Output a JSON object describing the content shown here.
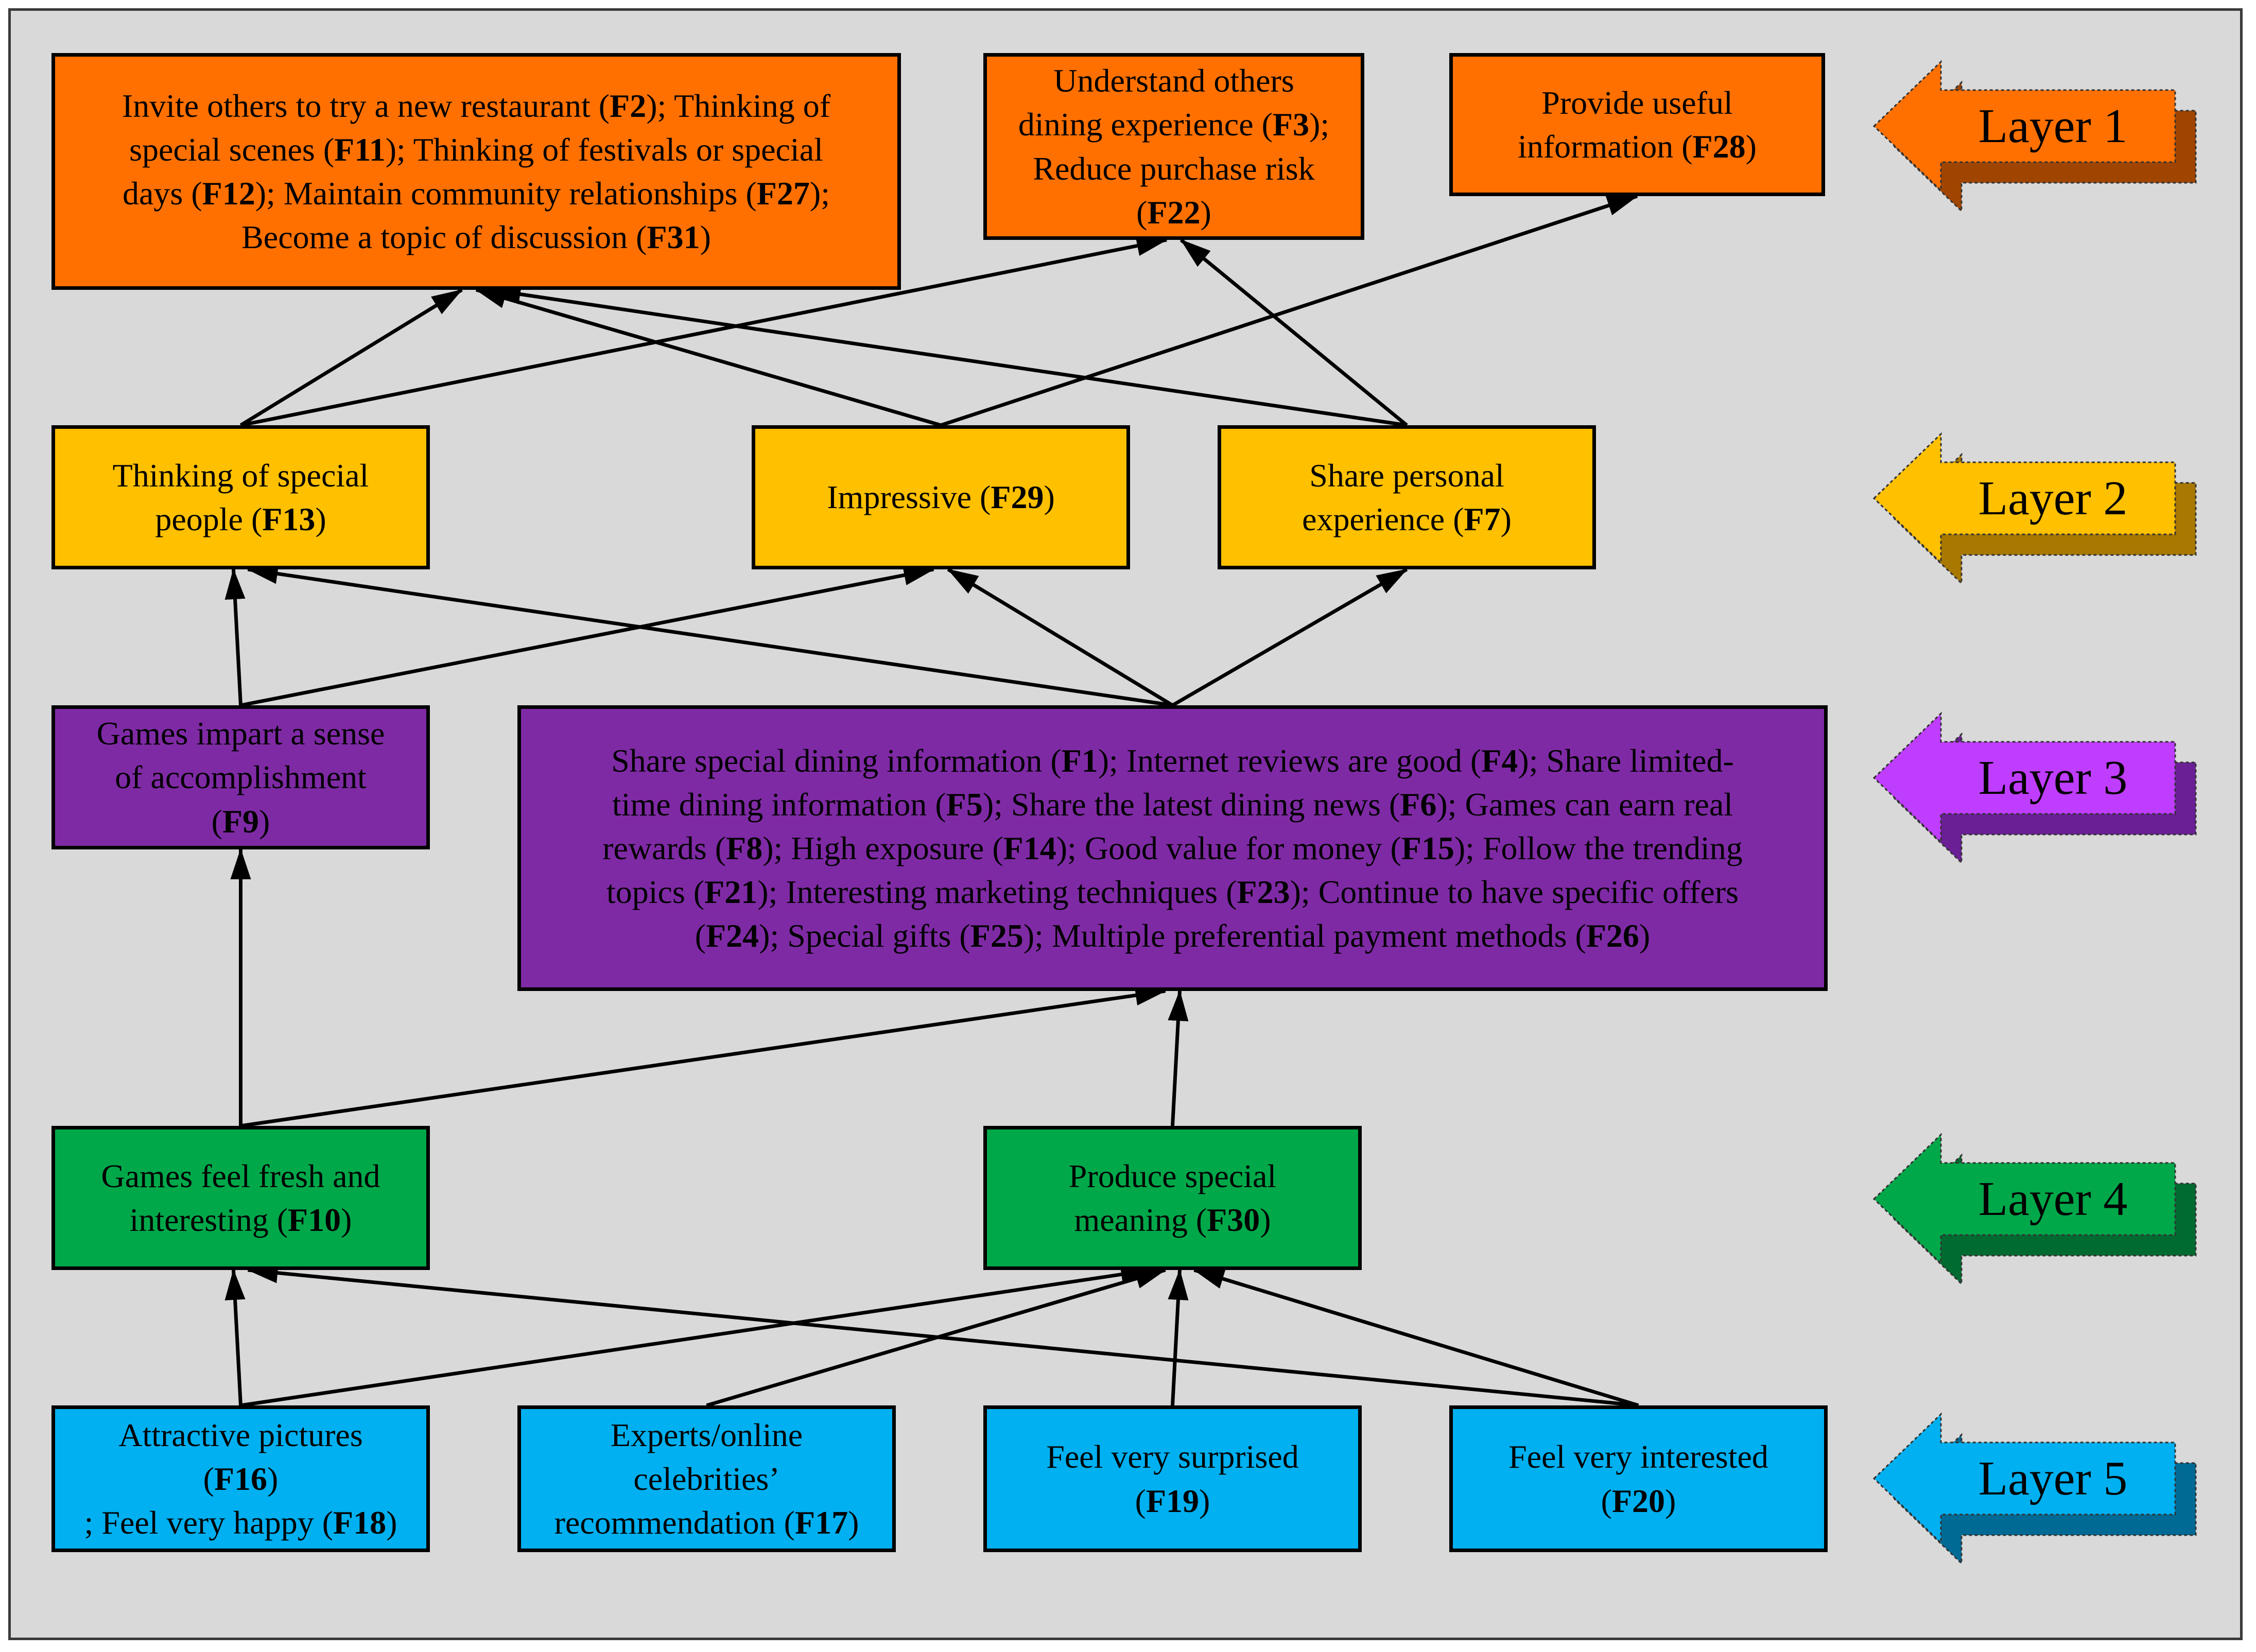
{
  "nodes": [
    {
      "id": "f2-f11-f12-f27-f31",
      "layer": 1,
      "lines": [
        [
          {
            "t": "Invite others to try a new restaurant ("
          },
          {
            "t": "F2",
            "b": true
          },
          {
            "t": "); Thinking of"
          }
        ],
        [
          {
            "t": "special scenes ("
          },
          {
            "t": "F11",
            "b": true
          },
          {
            "t": "); Thinking of festivals or special"
          }
        ],
        [
          {
            "t": "days ("
          },
          {
            "t": "F12",
            "b": true
          },
          {
            "t": "); Maintain community relationships ("
          },
          {
            "t": "F27",
            "b": true
          },
          {
            "t": ");"
          }
        ],
        [
          {
            "t": "Become a topic of discussion ("
          },
          {
            "t": "F31",
            "b": true
          },
          {
            "t": ")"
          }
        ]
      ]
    },
    {
      "id": "f3-f22",
      "layer": 1,
      "lines": [
        [
          {
            "t": "Understand others"
          }
        ],
        [
          {
            "t": "dining experience ("
          },
          {
            "t": "F3",
            "b": true
          },
          {
            "t": ");"
          }
        ],
        [
          {
            "t": "Reduce purchase risk"
          }
        ],
        [
          {
            "t": "("
          },
          {
            "t": "F22",
            "b": true
          },
          {
            "t": ")"
          }
        ]
      ]
    },
    {
      "id": "f28",
      "layer": 1,
      "lines": [
        [
          {
            "t": "Provide useful"
          }
        ],
        [
          {
            "t": "information ("
          },
          {
            "t": "F28",
            "b": true
          },
          {
            "t": ")"
          }
        ]
      ]
    },
    {
      "id": "f13",
      "layer": 2,
      "lines": [
        [
          {
            "t": "Thinking of special"
          }
        ],
        [
          {
            "t": "people ("
          },
          {
            "t": "F13",
            "b": true
          },
          {
            "t": ")"
          }
        ]
      ]
    },
    {
      "id": "f29",
      "layer": 2,
      "lines": [
        [
          {
            "t": "Impressive ("
          },
          {
            "t": "F29",
            "b": true
          },
          {
            "t": ")"
          }
        ]
      ]
    },
    {
      "id": "f7",
      "layer": 2,
      "lines": [
        [
          {
            "t": "Share personal"
          }
        ],
        [
          {
            "t": "experience ("
          },
          {
            "t": "F7",
            "b": true
          },
          {
            "t": ")"
          }
        ]
      ]
    },
    {
      "id": "f9",
      "layer": 3,
      "lines": [
        [
          {
            "t": "Games  impart a sense"
          }
        ],
        [
          {
            "t": "of accomplishment"
          }
        ],
        [
          {
            "t": "("
          },
          {
            "t": "F9",
            "b": true
          },
          {
            "t": ")"
          }
        ]
      ]
    },
    {
      "id": "layer3-main",
      "layer": 3,
      "lines": [
        [
          {
            "t": "Share special dining information ("
          },
          {
            "t": "F1",
            "b": true
          },
          {
            "t": "); Internet reviews are good ("
          },
          {
            "t": "F4",
            "b": true
          },
          {
            "t": "); Share limited-"
          }
        ],
        [
          {
            "t": "time dining information ("
          },
          {
            "t": "F5",
            "b": true
          },
          {
            "t": "); Share the latest dining news ("
          },
          {
            "t": "F6",
            "b": true
          },
          {
            "t": "); Games can earn real"
          }
        ],
        [
          {
            "t": "rewards ("
          },
          {
            "t": "F8",
            "b": true
          },
          {
            "t": "); High exposure ("
          },
          {
            "t": "F14",
            "b": true
          },
          {
            "t": "); Good value for money ("
          },
          {
            "t": "F15",
            "b": true
          },
          {
            "t": ");  Follow the trending"
          }
        ],
        [
          {
            "t": "topics ("
          },
          {
            "t": "F21",
            "b": true
          },
          {
            "t": "); Interesting marketing techniques ("
          },
          {
            "t": "F23",
            "b": true
          },
          {
            "t": "); Continue to have specific offers"
          }
        ],
        [
          {
            "t": "("
          },
          {
            "t": "F24",
            "b": true
          },
          {
            "t": "); Special gifts ("
          },
          {
            "t": "F25",
            "b": true
          },
          {
            "t": "); Multiple preferential payment methods ("
          },
          {
            "t": "F26",
            "b": true
          },
          {
            "t": ")"
          }
        ]
      ]
    },
    {
      "id": "f10",
      "layer": 4,
      "lines": [
        [
          {
            "t": "Games feel fresh and"
          }
        ],
        [
          {
            "t": "interesting ("
          },
          {
            "t": "F10",
            "b": true
          },
          {
            "t": ")"
          }
        ]
      ]
    },
    {
      "id": "f30",
      "layer": 4,
      "lines": [
        [
          {
            "t": "Produce special"
          }
        ],
        [
          {
            "t": "meaning ("
          },
          {
            "t": "F30",
            "b": true
          },
          {
            "t": ")"
          }
        ]
      ]
    },
    {
      "id": "f16-f18",
      "layer": 5,
      "lines": [
        [
          {
            "t": "Attractive pictures"
          }
        ],
        [
          {
            "t": "("
          },
          {
            "t": "F16",
            "b": true
          },
          {
            "t": ")"
          }
        ],
        [
          {
            "t": "; Feel very happy ("
          },
          {
            "t": "F18",
            "b": true
          },
          {
            "t": ")"
          }
        ]
      ]
    },
    {
      "id": "f17",
      "layer": 5,
      "lines": [
        [
          {
            "t": "Experts/online"
          }
        ],
        [
          {
            "t": "celebrities’"
          }
        ],
        [
          {
            "t": "recommendation ("
          },
          {
            "t": "F17",
            "b": true
          },
          {
            "t": ")"
          }
        ]
      ]
    },
    {
      "id": "f19",
      "layer": 5,
      "lines": [
        [
          {
            "t": "Feel very surprised"
          }
        ],
        [
          {
            "t": "("
          },
          {
            "t": "F19",
            "b": true
          },
          {
            "t": ")"
          }
        ]
      ]
    },
    {
      "id": "f20",
      "layer": 5,
      "lines": [
        [
          {
            "t": "Feel very interested"
          }
        ],
        [
          {
            "t": "("
          },
          {
            "t": "F20",
            "b": true
          },
          {
            "t": ")"
          }
        ]
      ]
    }
  ],
  "edges": [
    [
      "f13",
      "f2-f11-f12-f27-f31"
    ],
    [
      "f13",
      "f3-f22"
    ],
    [
      "f29",
      "f2-f11-f12-f27-f31"
    ],
    [
      "f29",
      "f28"
    ],
    [
      "f7",
      "f2-f11-f12-f27-f31"
    ],
    [
      "f7",
      "f3-f22"
    ],
    [
      "f9",
      "f13"
    ],
    [
      "f9",
      "f29"
    ],
    [
      "layer3-main",
      "f13"
    ],
    [
      "layer3-main",
      "f29"
    ],
    [
      "layer3-main",
      "f7"
    ],
    [
      "f10",
      "f9"
    ],
    [
      "f10",
      "layer3-main"
    ],
    [
      "f30",
      "layer3-main"
    ],
    [
      "f16-f18",
      "f10"
    ],
    [
      "f16-f18",
      "f30"
    ],
    [
      "f17",
      "f30"
    ],
    [
      "f19",
      "f30"
    ],
    [
      "f20",
      "f30"
    ],
    [
      "f20",
      "f10"
    ]
  ],
  "layer_labels": [
    {
      "layer": 1,
      "text": "Layer 1"
    },
    {
      "layer": 2,
      "text": "Layer 2"
    },
    {
      "layer": 3,
      "text": "Layer 3"
    },
    {
      "layer": 4,
      "text": "Layer 4"
    },
    {
      "layer": 5,
      "text": "Layer 5"
    }
  ],
  "colors": {
    "layer1": "#ff7000",
    "layer2": "#ffc000",
    "layer3": "#7f2aa5",
    "layer4": "#00a84a",
    "layer5": "#00b0f0",
    "layer1_arrow": "#ff7000",
    "layer2_arrow": "#ffc000",
    "layer3_arrow": "#bf3dff",
    "layer4_arrow": "#00a84a",
    "layer5_arrow": "#00b0f0",
    "line": "#000000",
    "background": "#d9d9d9"
  }
}
